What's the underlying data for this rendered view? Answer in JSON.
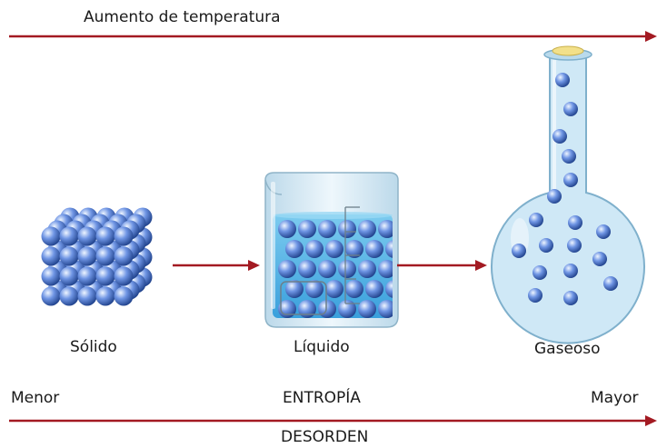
{
  "top_label": "Aumento de temperatura",
  "states": {
    "solid": "Sólido",
    "liquid": "Líquido",
    "gas": "Gaseoso"
  },
  "scale": {
    "low": "Menor",
    "center": "ENTROPÍA",
    "high": "Mayor",
    "bottom": "DESORDEN"
  },
  "colors": {
    "arrow": "#a31a22",
    "sphere_light": "#eef5ff",
    "sphere_mid": "#6f95e4",
    "sphere_dark": "#23458f",
    "liquid": "#56b8e8",
    "glass": "#dceef8",
    "cork": "#f2e08a"
  },
  "icons": [
    "solid-cube-icon",
    "beaker-icon",
    "flask-icon",
    "arrow-right-icon"
  ]
}
